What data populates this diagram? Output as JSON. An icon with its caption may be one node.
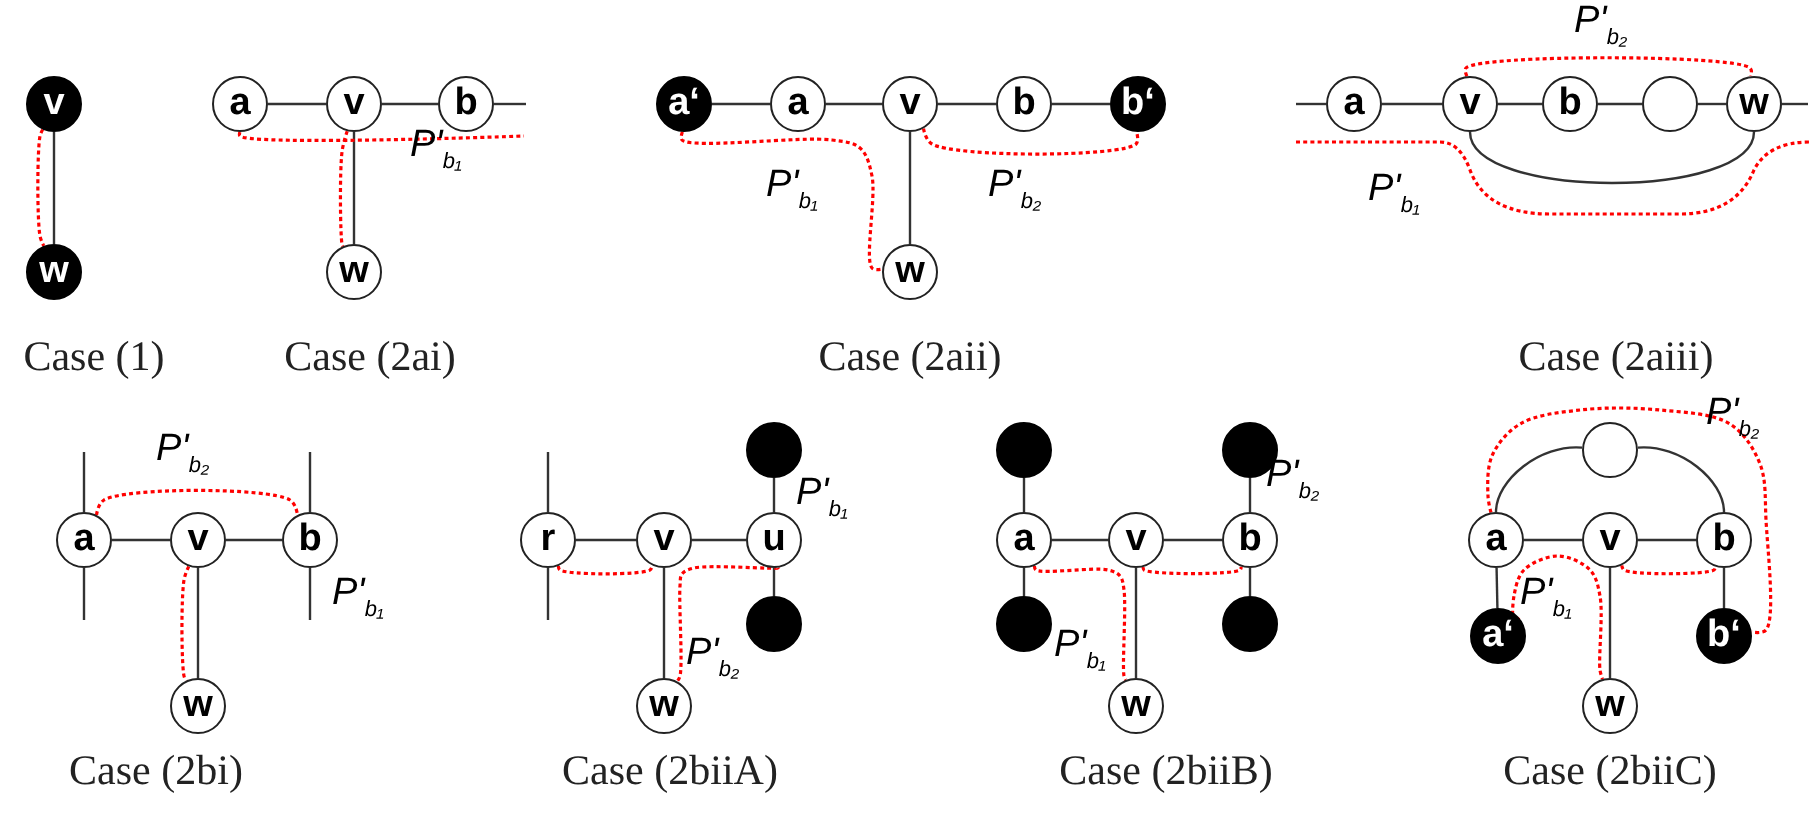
{
  "diagram": {
    "nodes": [
      {
        "text": [
          "v"
        ]
      },
      {
        "text": [
          "w"
        ]
      },
      {
        "text": [
          "a"
        ]
      },
      {
        "text": [
          "v"
        ]
      },
      {
        "text": [
          "b"
        ]
      },
      {
        "text": [
          "w"
        ]
      },
      {
        "text": [
          "a‘"
        ]
      },
      {
        "text": [
          "a"
        ]
      },
      {
        "text": [
          "v"
        ]
      },
      {
        "text": [
          "b"
        ]
      },
      {
        "text": [
          "b‘"
        ]
      },
      {
        "text": [
          "w"
        ]
      },
      {
        "text": [
          "a"
        ]
      },
      {
        "text": [
          "v"
        ]
      },
      {
        "text": [
          "b"
        ]
      },
      {
        "text": [],
        "shape": "circle"
      },
      {
        "text": [
          "w"
        ]
      },
      {
        "text": [
          "a"
        ]
      },
      {
        "text": [
          "v"
        ]
      },
      {
        "text": [
          "b"
        ]
      },
      {
        "text": [
          "w"
        ]
      },
      {
        "text": [],
        "shape": "dot"
      },
      {
        "text": [
          "r"
        ]
      },
      {
        "text": [
          "v"
        ]
      },
      {
        "text": [
          "u"
        ]
      },
      {
        "text": [],
        "shape": "dot"
      },
      {
        "text": [
          "w"
        ]
      },
      {
        "text": [],
        "shape": "dot"
      },
      {
        "text": [],
        "shape": "dot"
      },
      {
        "text": [
          "a"
        ]
      },
      {
        "text": [
          "v"
        ]
      },
      {
        "text": [
          "b"
        ]
      },
      {
        "text": [],
        "shape": "dot"
      },
      {
        "text": [],
        "shape": "dot"
      },
      {
        "text": [
          "w"
        ]
      },
      {
        "text": [],
        "shape": "circle"
      },
      {
        "text": [
          "a"
        ]
      },
      {
        "text": [
          "v"
        ]
      },
      {
        "text": [
          "b"
        ]
      },
      {
        "text": [
          "a‘"
        ]
      },
      {
        "text": [
          "b‘"
        ]
      },
      {
        "text": [
          "w"
        ]
      }
    ],
    "edges": [
      {
        "from": 0,
        "to": 1,
        "arrow": "none"
      },
      {
        "from": 2,
        "to": 3,
        "arrow": "none"
      },
      {
        "from": 3,
        "to": 4,
        "arrow": "none"
      },
      {
        "from": 4,
        "to": null,
        "arrow": "none"
      },
      {
        "from": 3,
        "to": 5,
        "arrow": "none"
      },
      {
        "from": 6,
        "to": 7,
        "arrow": "none"
      },
      {
        "from": 7,
        "to": 8,
        "arrow": "none"
      },
      {
        "from": 8,
        "to": 9,
        "arrow": "none"
      },
      {
        "from": 9,
        "to": 10,
        "arrow": "none"
      },
      {
        "from": 8,
        "to": 11,
        "arrow": "none"
      },
      {
        "from": null,
        "to": 12,
        "arrow": "none"
      },
      {
        "from": 12,
        "to": 13,
        "arrow": "none"
      },
      {
        "from": 13,
        "to": 14,
        "arrow": "none"
      },
      {
        "from": 14,
        "to": 15,
        "arrow": "none"
      },
      {
        "from": 15,
        "to": 16,
        "arrow": "none"
      },
      {
        "from": 16,
        "to": null,
        "arrow": "none"
      },
      {
        "from": 13,
        "to": 16,
        "arrow": "none"
      },
      {
        "from": 17,
        "to": 18,
        "arrow": "none"
      },
      {
        "from": 18,
        "to": 19,
        "arrow": "none"
      },
      {
        "from": null,
        "to": 17,
        "arrow": "none"
      },
      {
        "from": 17,
        "to": null,
        "arrow": "none"
      },
      {
        "from": null,
        "to": 19,
        "arrow": "none"
      },
      {
        "from": 19,
        "to": null,
        "arrow": "none"
      },
      {
        "from": 18,
        "to": 20,
        "arrow": "none"
      },
      {
        "from": 22,
        "to": 23,
        "arrow": "none"
      },
      {
        "from": 23,
        "to": 24,
        "arrow": "none"
      },
      {
        "from": 24,
        "to": 21,
        "arrow": "none"
      },
      {
        "from": 24,
        "to": 25,
        "arrow": "none"
      },
      {
        "from": null,
        "to": 22,
        "arrow": "none"
      },
      {
        "from": 22,
        "to": null,
        "arrow": "none"
      },
      {
        "from": 23,
        "to": 26,
        "arrow": "none"
      },
      {
        "from": 29,
        "to": 30,
        "arrow": "none"
      },
      {
        "from": 30,
        "to": 31,
        "arrow": "none"
      },
      {
        "from": 29,
        "to": 27,
        "arrow": "none"
      },
      {
        "from": 29,
        "to": 32,
        "arrow": "none"
      },
      {
        "from": 31,
        "to": 28,
        "arrow": "none"
      },
      {
        "from": 31,
        "to": 33,
        "arrow": "none"
      },
      {
        "from": 30,
        "to": 34,
        "arrow": "none"
      },
      {
        "from": 36,
        "to": 37,
        "arrow": "none"
      },
      {
        "from": 37,
        "to": 38,
        "arrow": "none"
      },
      {
        "from": 36,
        "to": 35,
        "arrow": "none"
      },
      {
        "from": 35,
        "to": 38,
        "arrow": "none"
      },
      {
        "from": 36,
        "to": 39,
        "arrow": "none"
      },
      {
        "from": 38,
        "to": 40,
        "arrow": "none"
      },
      {
        "from": 37,
        "to": 41,
        "arrow": "none"
      },
      {
        "from": 0,
        "to": 1,
        "arrow": "none",
        "style": "dashed",
        "color": "#ff0000"
      },
      {
        "from": 2,
        "to": null,
        "arrow": "none",
        "style": "dashed",
        "color": "#ff0000"
      },
      {
        "from": 3,
        "to": 5,
        "arrow": "none",
        "style": "dashed",
        "color": "#ff0000"
      },
      {
        "from": 6,
        "to": 11,
        "arrow": "none",
        "style": "dashed",
        "color": "#ff0000"
      },
      {
        "from": 8,
        "to": 10,
        "arrow": "none",
        "style": "dashed",
        "color": "#ff0000"
      },
      {
        "from": 13,
        "to": 16,
        "arrow": "none",
        "style": "dashed",
        "color": "#ff0000"
      },
      {
        "from": 17,
        "to": 19,
        "arrow": "none",
        "style": "dashed",
        "color": "#ff0000"
      },
      {
        "from": 18,
        "to": 20,
        "arrow": "none",
        "style": "dashed",
        "color": "#ff0000"
      },
      {
        "from": 22,
        "to": 23,
        "arrow": "none",
        "style": "dashed",
        "color": "#ff0000"
      },
      {
        "from": 24,
        "to": 26,
        "arrow": "none",
        "style": "dashed",
        "color": "#ff0000"
      },
      {
        "from": 29,
        "to": 34,
        "arrow": "none",
        "style": "dashed",
        "color": "#ff0000"
      },
      {
        "from": 30,
        "to": 31,
        "arrow": "none",
        "style": "dashed",
        "color": "#ff0000"
      },
      {
        "from": 36,
        "to": 40,
        "arrow": "none",
        "style": "dashed",
        "color": "#ff0000"
      },
      {
        "from": 39,
        "to": 41,
        "arrow": "none",
        "style": "dashed",
        "color": "#ff0000"
      },
      {
        "from": 37,
        "to": 38,
        "arrow": "none",
        "style": "dashed",
        "color": "#ff0000"
      }
    ],
    "labels": [
      "Case (1)",
      "P'$_{b₁}$",
      "Case (2ai)",
      "P'$_{b₁}$",
      "P'$_{b₂}$",
      "Case (2aii)",
      "P'$_{b₂}$",
      "P'$_{b₁}$",
      "Case (2aiii)",
      "P'$_{b₂}$",
      "P'$_{b₁}$",
      "Case (2bi)",
      "P'$_{b₁}$",
      "P'$_{b₂}$",
      "Case (2biiA)",
      "P'$_{b₂}$",
      "P'$_{b₁}$",
      "Case (2biiB)",
      "P'$_{b₂}$",
      "P'$_{b₁}$",
      "Case (2biiC)"
    ]
  }
}
